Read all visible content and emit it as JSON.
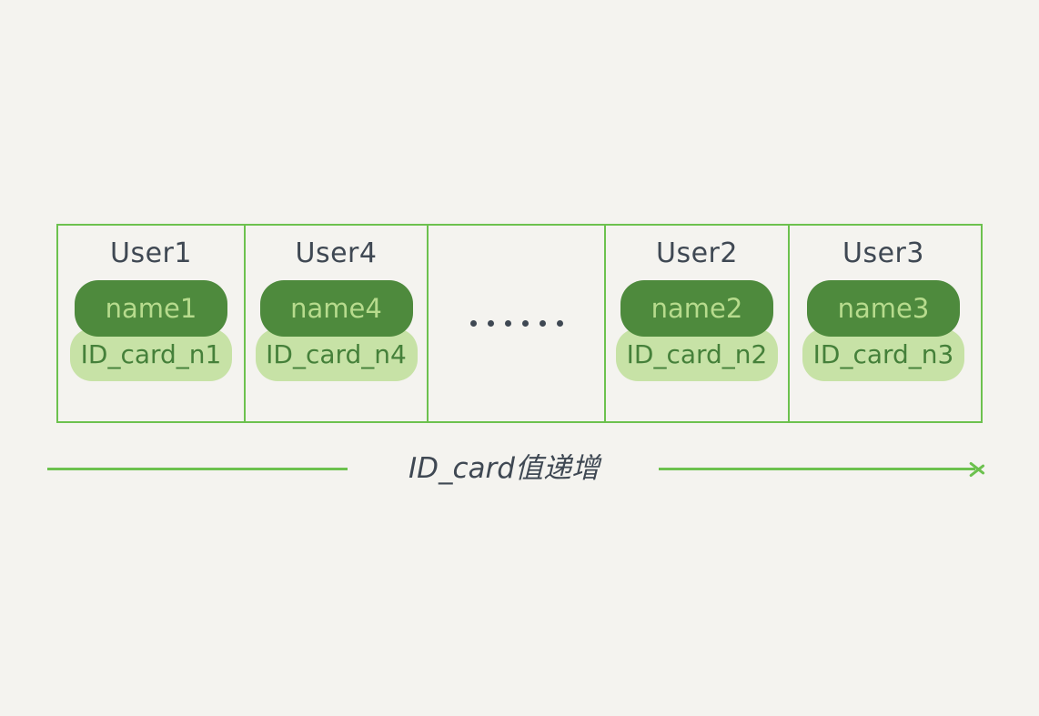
{
  "diagram": {
    "title_text": "",
    "background_color": "#f4f3ef",
    "accent_color": "#6cc14e",
    "pill_dark_color": "#4e8a3d",
    "pill_light_color": "#c7e2a6",
    "text_color": "#3f4853"
  },
  "table": {
    "cells": [
      {
        "kind": "user",
        "title": "User1",
        "name_label": "name1",
        "id_label": "ID_card_n1"
      },
      {
        "kind": "user",
        "title": "User4",
        "name_label": "name4",
        "id_label": "ID_card_n4"
      },
      {
        "kind": "ellipsis",
        "title": "",
        "ellipsis": "……",
        "dot_count": 6
      },
      {
        "kind": "user",
        "title": "User2",
        "name_label": "name2",
        "id_label": "ID_card_n2"
      },
      {
        "kind": "user",
        "title": "User3",
        "name_label": "name3",
        "id_label": "ID_card_n3"
      }
    ]
  },
  "axis": {
    "label": "ID_card值递增",
    "direction": "right",
    "arrow_icon": "arrow-right-icon"
  }
}
